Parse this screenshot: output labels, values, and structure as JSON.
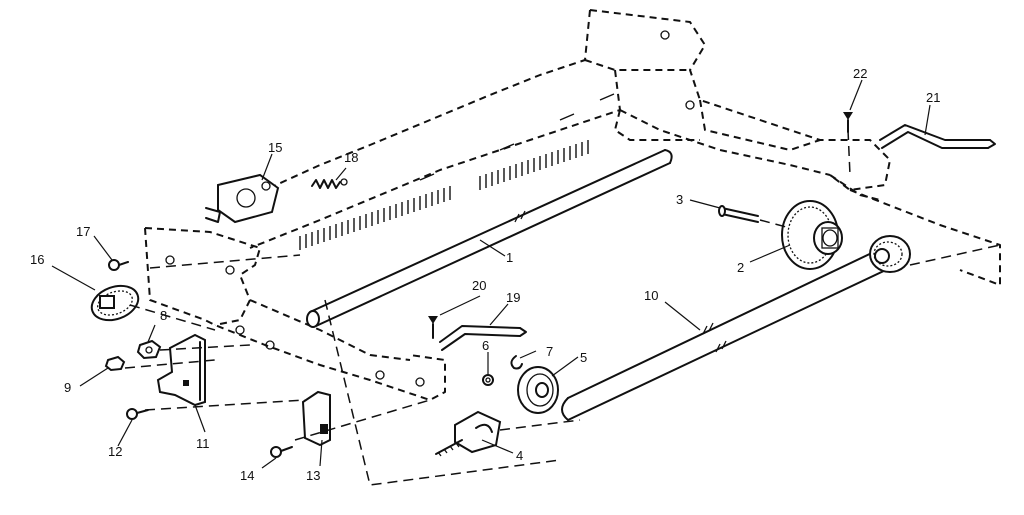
{
  "diagram": {
    "callouts": [
      {
        "id": "c1",
        "text": "1"
      },
      {
        "id": "c2",
        "text": "2"
      },
      {
        "id": "c3",
        "text": "3"
      },
      {
        "id": "c4",
        "text": "4"
      },
      {
        "id": "c5",
        "text": "5"
      },
      {
        "id": "c6",
        "text": "6"
      },
      {
        "id": "c7",
        "text": "7"
      },
      {
        "id": "c8",
        "text": "8"
      },
      {
        "id": "c9",
        "text": "9"
      },
      {
        "id": "c10",
        "text": "10"
      },
      {
        "id": "c11",
        "text": "11"
      },
      {
        "id": "c12",
        "text": "12"
      },
      {
        "id": "c13",
        "text": "13"
      },
      {
        "id": "c14",
        "text": "14"
      },
      {
        "id": "c15",
        "text": "15"
      },
      {
        "id": "c16",
        "text": "16"
      },
      {
        "id": "c17",
        "text": "17"
      },
      {
        "id": "c18",
        "text": "18"
      },
      {
        "id": "c19",
        "text": "19"
      },
      {
        "id": "c20",
        "text": "20"
      },
      {
        "id": "c21",
        "text": "21"
      },
      {
        "id": "c22",
        "text": "22"
      }
    ]
  }
}
